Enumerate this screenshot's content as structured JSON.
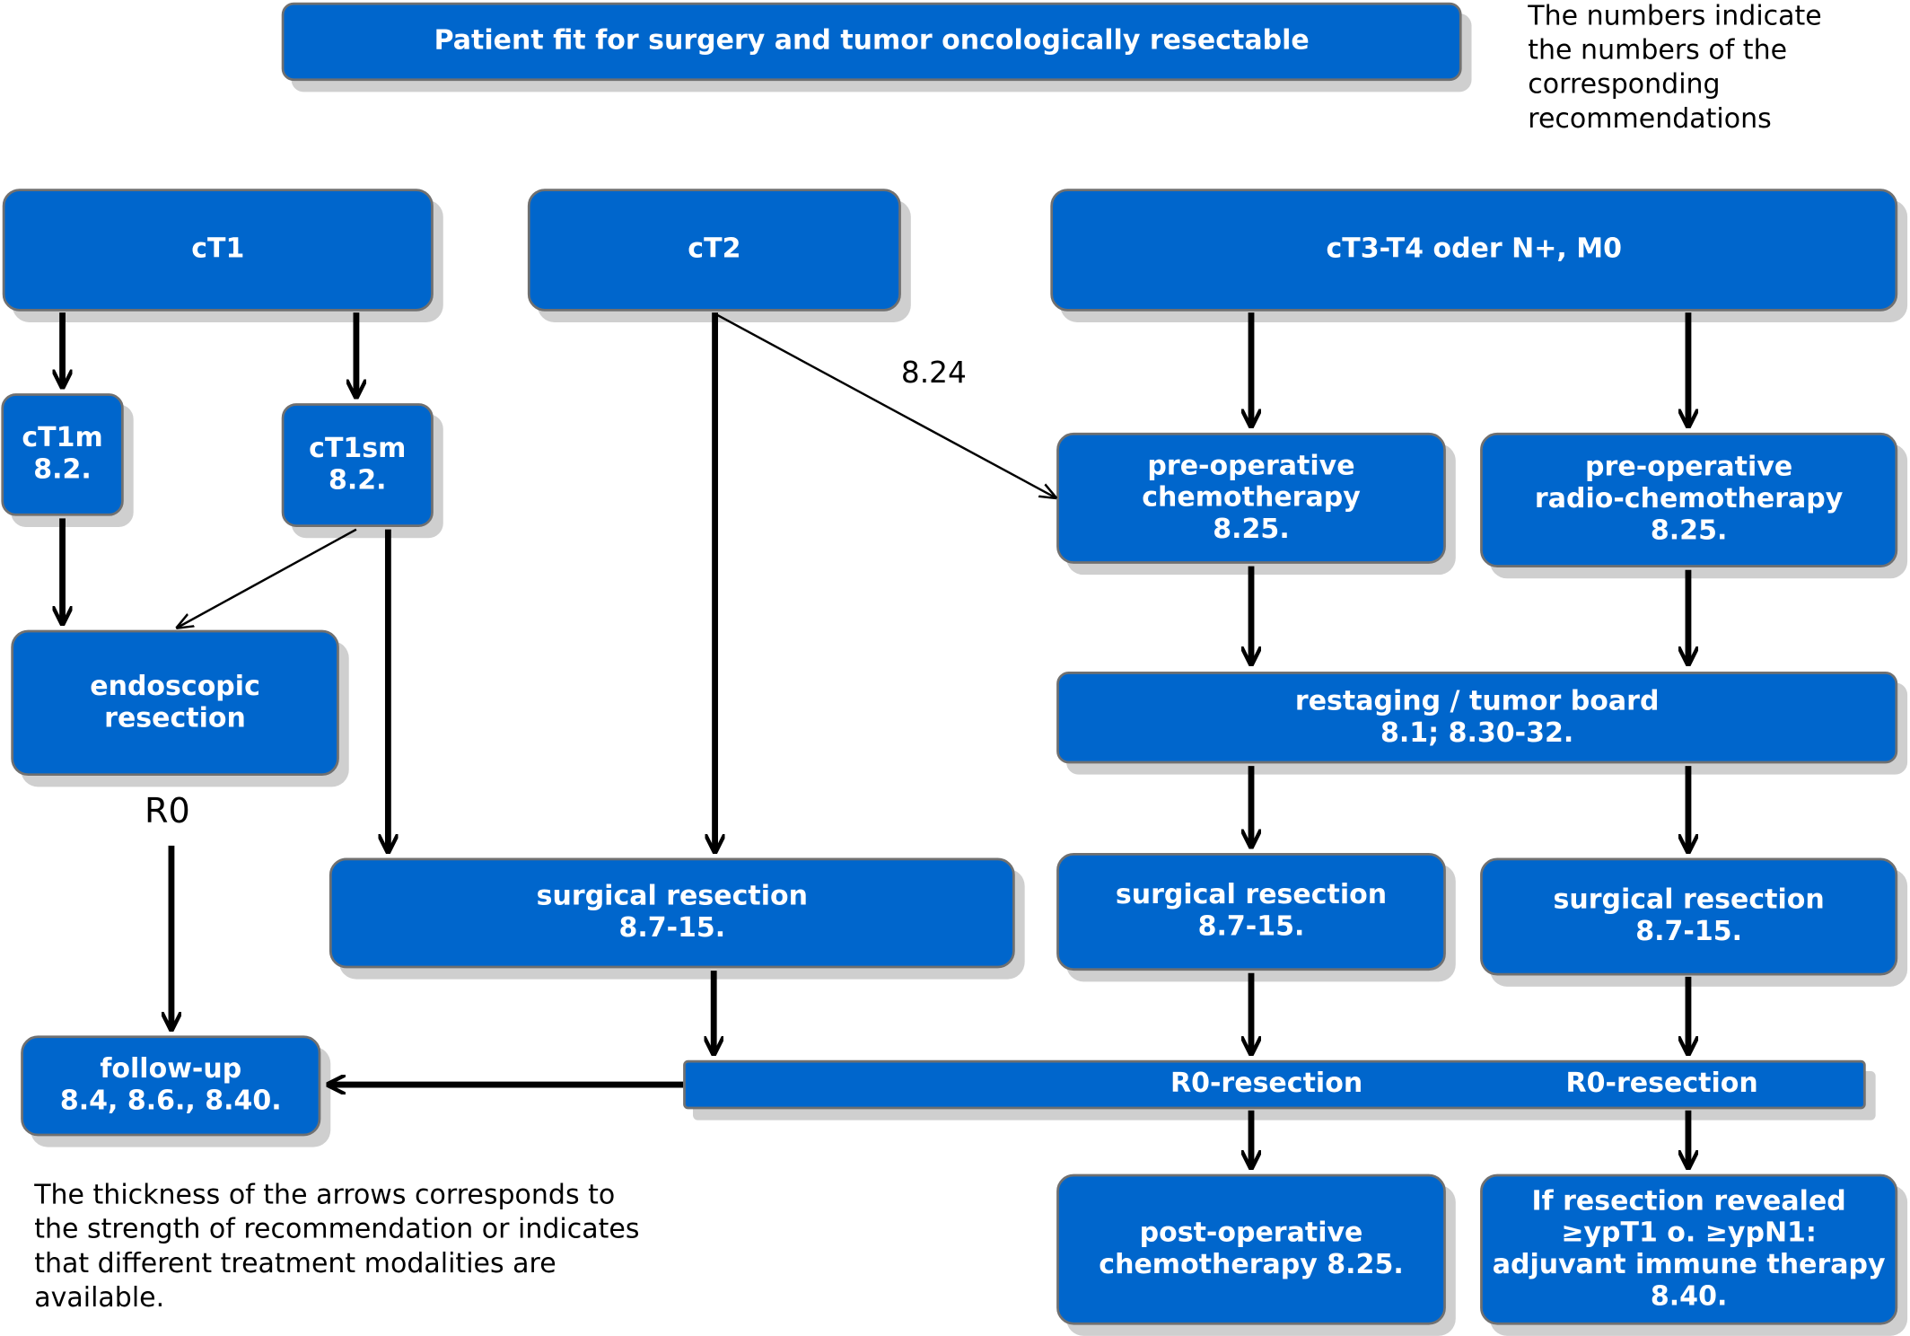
{
  "top_box": "Patient fit for surgery and tumor oncologically resectable",
  "legend_numbers": [
    "The numbers indicate",
    "the numbers of the",
    "corresponding",
    "recommendations"
  ],
  "legend_thickness": [
    "The thickness of the arrows corresponds to",
    "the strength of recommendation or indicates",
    "that different treatment modalities are",
    "available."
  ],
  "nodes": {
    "ct1": [
      "cT1"
    ],
    "ct2": [
      "cT2"
    ],
    "ct3": [
      "cT3-T4 oder N+, M0"
    ],
    "ct1m": [
      "cT1m",
      "8.2."
    ],
    "ct1sm": [
      "cT1sm",
      "8.2."
    ],
    "endoscopic": [
      "endoscopic",
      "resection"
    ],
    "preop_chemo": [
      "pre-operative",
      "chemotherapy",
      "8.25."
    ],
    "preop_radio": [
      "pre-operative",
      "radio-chemotherapy",
      "8.25."
    ],
    "restaging": [
      "restaging / tumor board",
      "8.1; 8.30-32."
    ],
    "surg_left": [
      "surgical resection",
      "8.7-15."
    ],
    "surg_mid": [
      "surgical resection",
      "8.7-15."
    ],
    "surg_right": [
      "surgical resection",
      "8.7-15."
    ],
    "followup": [
      "follow-up",
      "8.4, 8.6., 8.40."
    ],
    "postop": [
      "post-operative",
      "chemotherapy 8.25."
    ],
    "adjuvant": [
      "If resection revealed",
      "≥ypT1 o. ≥ypN1:",
      "adjuvant immune therapy",
      "8.40."
    ]
  },
  "r0_bar": {
    "label_1": "R0-resection",
    "label_2": "R0-resection"
  },
  "edge_labels": {
    "r0": "R0",
    "ct2_chemo": "8.24"
  },
  "colors": {
    "box_fill": "#0066cc",
    "box_border": "#707070",
    "shadow": "#cfcfcf",
    "arrow": "#000000"
  }
}
